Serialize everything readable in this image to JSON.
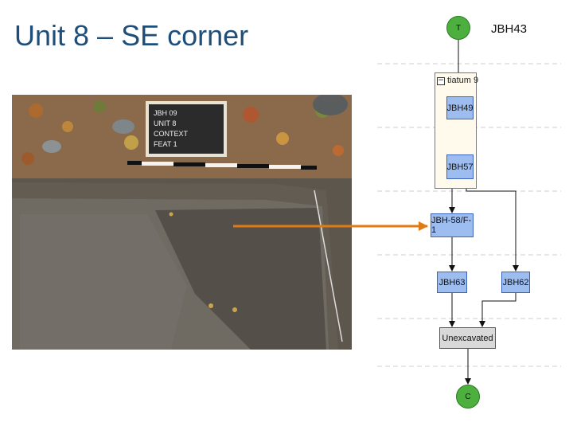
{
  "slide": {
    "title": "Unit 8 – SE corner",
    "corner_label": "JBH43"
  },
  "photo": {
    "sign_lines": [
      "JBH 09",
      "UNIT 8",
      "CONTEXT",
      "FEAT 1"
    ]
  },
  "diagram": {
    "group": {
      "label": "tiatum 9",
      "collapse_symbol": "−"
    },
    "nodes": {
      "top": "T",
      "jbh49": "JBH49",
      "jbh57": "JBH57",
      "jbh58": "JBH-58/F-1",
      "jbh63": "JBH63",
      "jbh62": "JBH62",
      "unexcavated": "Unexcavated",
      "bottom": "C"
    },
    "colors": {
      "node_fill": "#9dbdf0",
      "node_border": "#3c63b8",
      "circle_fill": "#4caf3e",
      "grey_fill": "#d9d9d9",
      "arrow": "#e07b14"
    }
  }
}
